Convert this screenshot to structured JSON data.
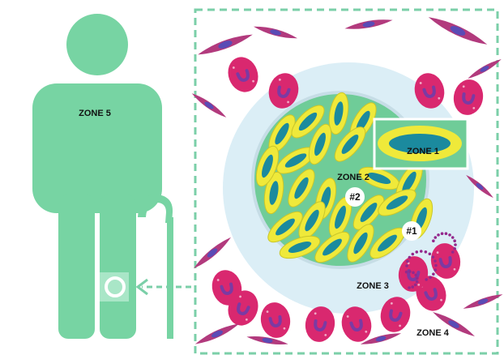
{
  "labels": {
    "zone1": "ZONE 1",
    "zone2": "ZONE 2",
    "zone3": "ZONE 3",
    "zone4": "ZONE 4",
    "zone5": "ZONE 5",
    "marker1": "#1",
    "marker2": "#2"
  },
  "colors": {
    "body_green": "#77d4a3",
    "core_green": "#6fcc98",
    "halo_blue": "#dbeef6",
    "cell_yellow": "#efe93a",
    "cell_teal": "#1b8a9e",
    "magenta": "#d9286f",
    "magenta_nucleus": "#7b3aa3",
    "star_purple": "#b23a7d",
    "dash_green": "#7bcfa8",
    "dots_purple": "#93288c"
  },
  "icons": {
    "person": "person-with-cane-icon",
    "ring": "ring-icon",
    "arrow": "arrow-left-icon"
  }
}
